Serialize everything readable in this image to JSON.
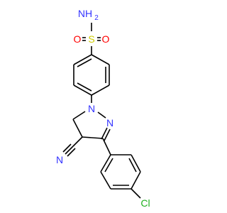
{
  "molecule": {
    "atoms": {
      "amine_n": "NH",
      "amine_h2": "2",
      "sulfur": "S",
      "oxygen_left": "O",
      "oxygen_right": "O",
      "pyrazoline_n1": "N",
      "pyrazoline_n2": "N",
      "nitrile_n": "N",
      "chlorine": "Cl"
    },
    "colors": {
      "bond": "#000000",
      "nitrogen": "#3333ff",
      "oxygen": "#ff0000",
      "sulfur": "#cccc00",
      "chlorine": "#1fb01f"
    }
  }
}
